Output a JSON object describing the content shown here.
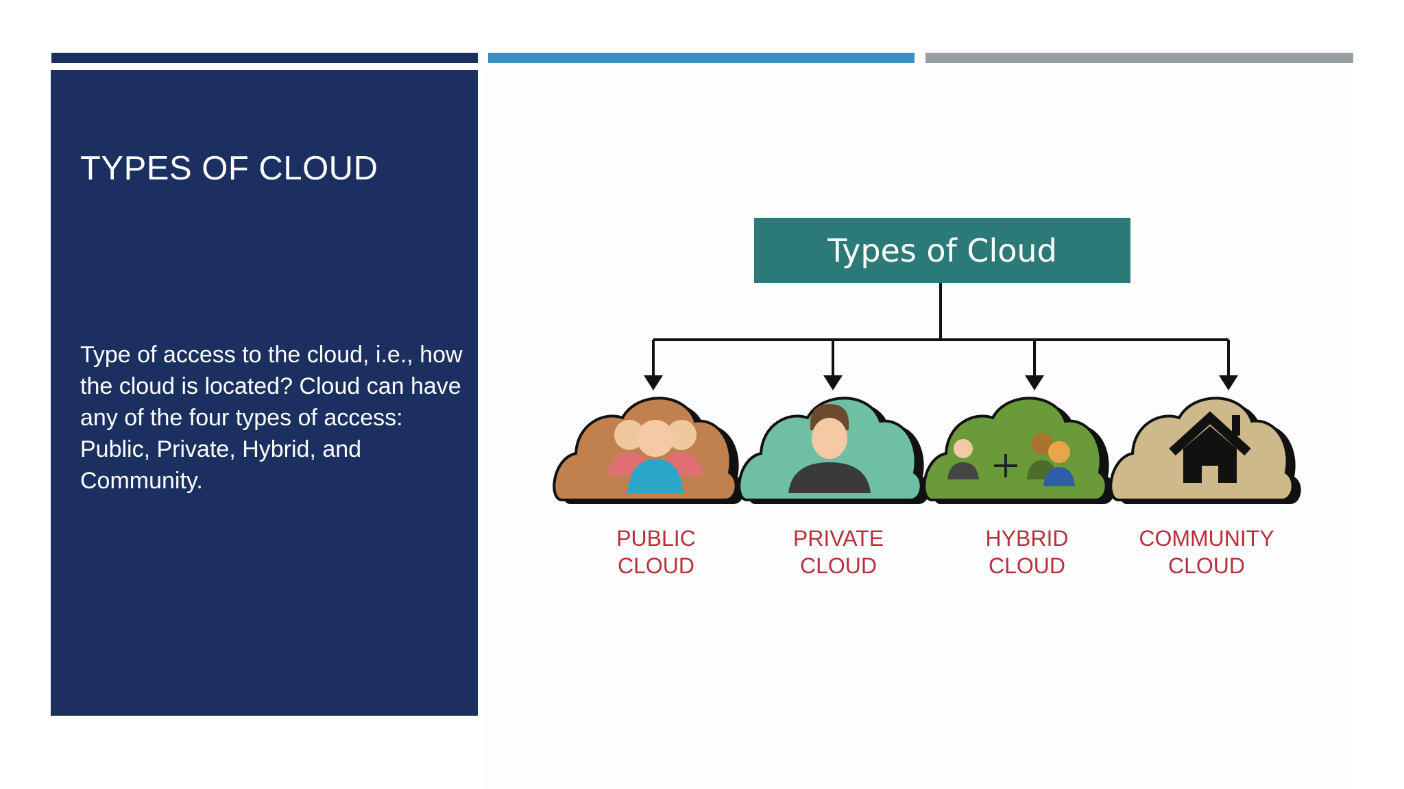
{
  "slide": {
    "title": "TYPES OF CLOUD",
    "body": "Type of access to the cloud, i.e., how the cloud is located? Cloud can have any of the four types of access: Public, Private, Hybrid, and Community."
  },
  "theme": {
    "panel_color": "#1b3060",
    "accent_blue": "#3d8fc1",
    "accent_gray": "#979fa3",
    "diagram_title_color": "#2b7a78",
    "label_color": "#b7303a"
  },
  "diagram": {
    "title": "Types of Cloud",
    "clouds": [
      {
        "line1": "PUBLIC",
        "line2": "CLOUD",
        "color": "#c1814f",
        "icon": "group-people-icon"
      },
      {
        "line1": "PRIVATE",
        "line2": "CLOUD",
        "color": "#6fbfa4",
        "icon": "single-person-icon"
      },
      {
        "line1": "HYBRID",
        "line2": "CLOUD",
        "color": "#6a9a3a",
        "icon": "person-plus-group-icon"
      },
      {
        "line1": "COMMUNITY",
        "line2": "CLOUD",
        "color": "#cdb98a",
        "icon": "house-icon"
      }
    ]
  }
}
